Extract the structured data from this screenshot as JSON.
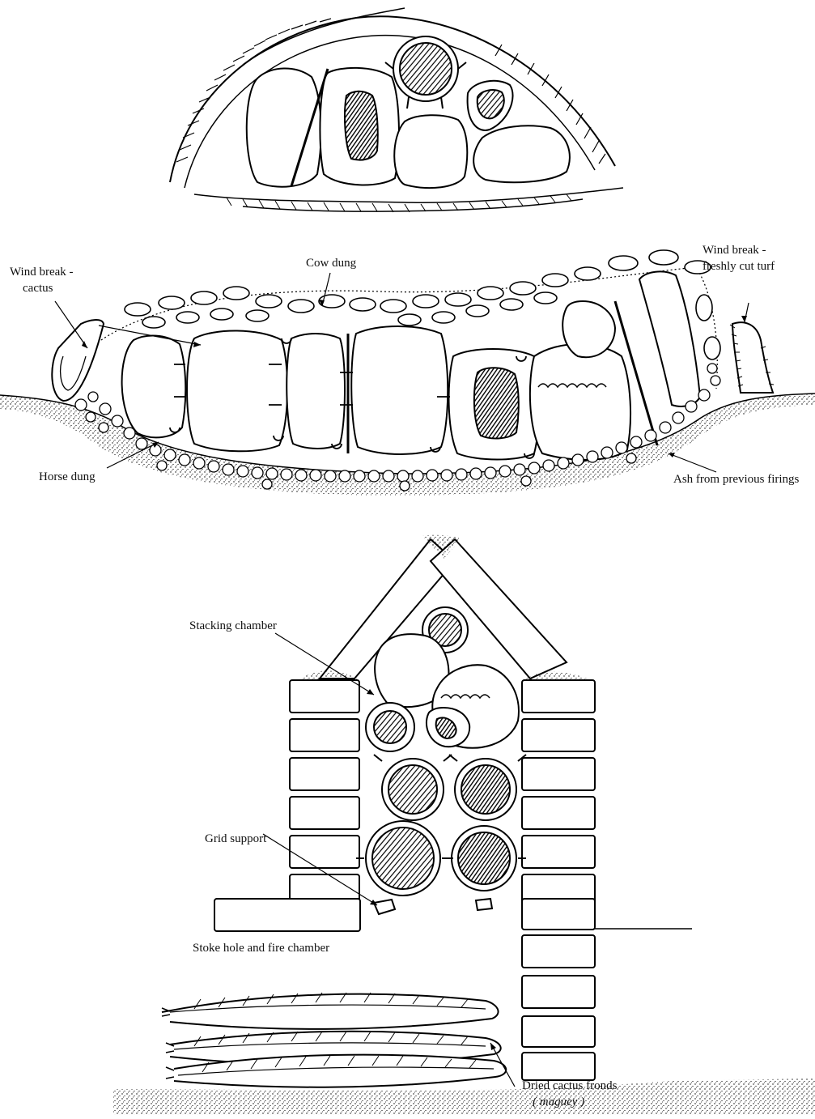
{
  "labels": {
    "wind_break_cactus": [
      "Wind break -",
      "cactus"
    ],
    "cow_dung": "Cow dung",
    "wind_break_turf": [
      "Wind break -",
      "freshly cut turf"
    ],
    "horse_dung": "Horse dung",
    "ash_previous": "Ash from previous firings",
    "stacking_chamber": "Stacking chamber",
    "grid_support": "Grid support",
    "stoke_hole": "Stoke hole and fire chamber",
    "dried_cactus": "Dried cactus fronds",
    "maguey": "( maguey )"
  },
  "colors": {
    "ink": "#000000",
    "paper": "#ffffff"
  }
}
